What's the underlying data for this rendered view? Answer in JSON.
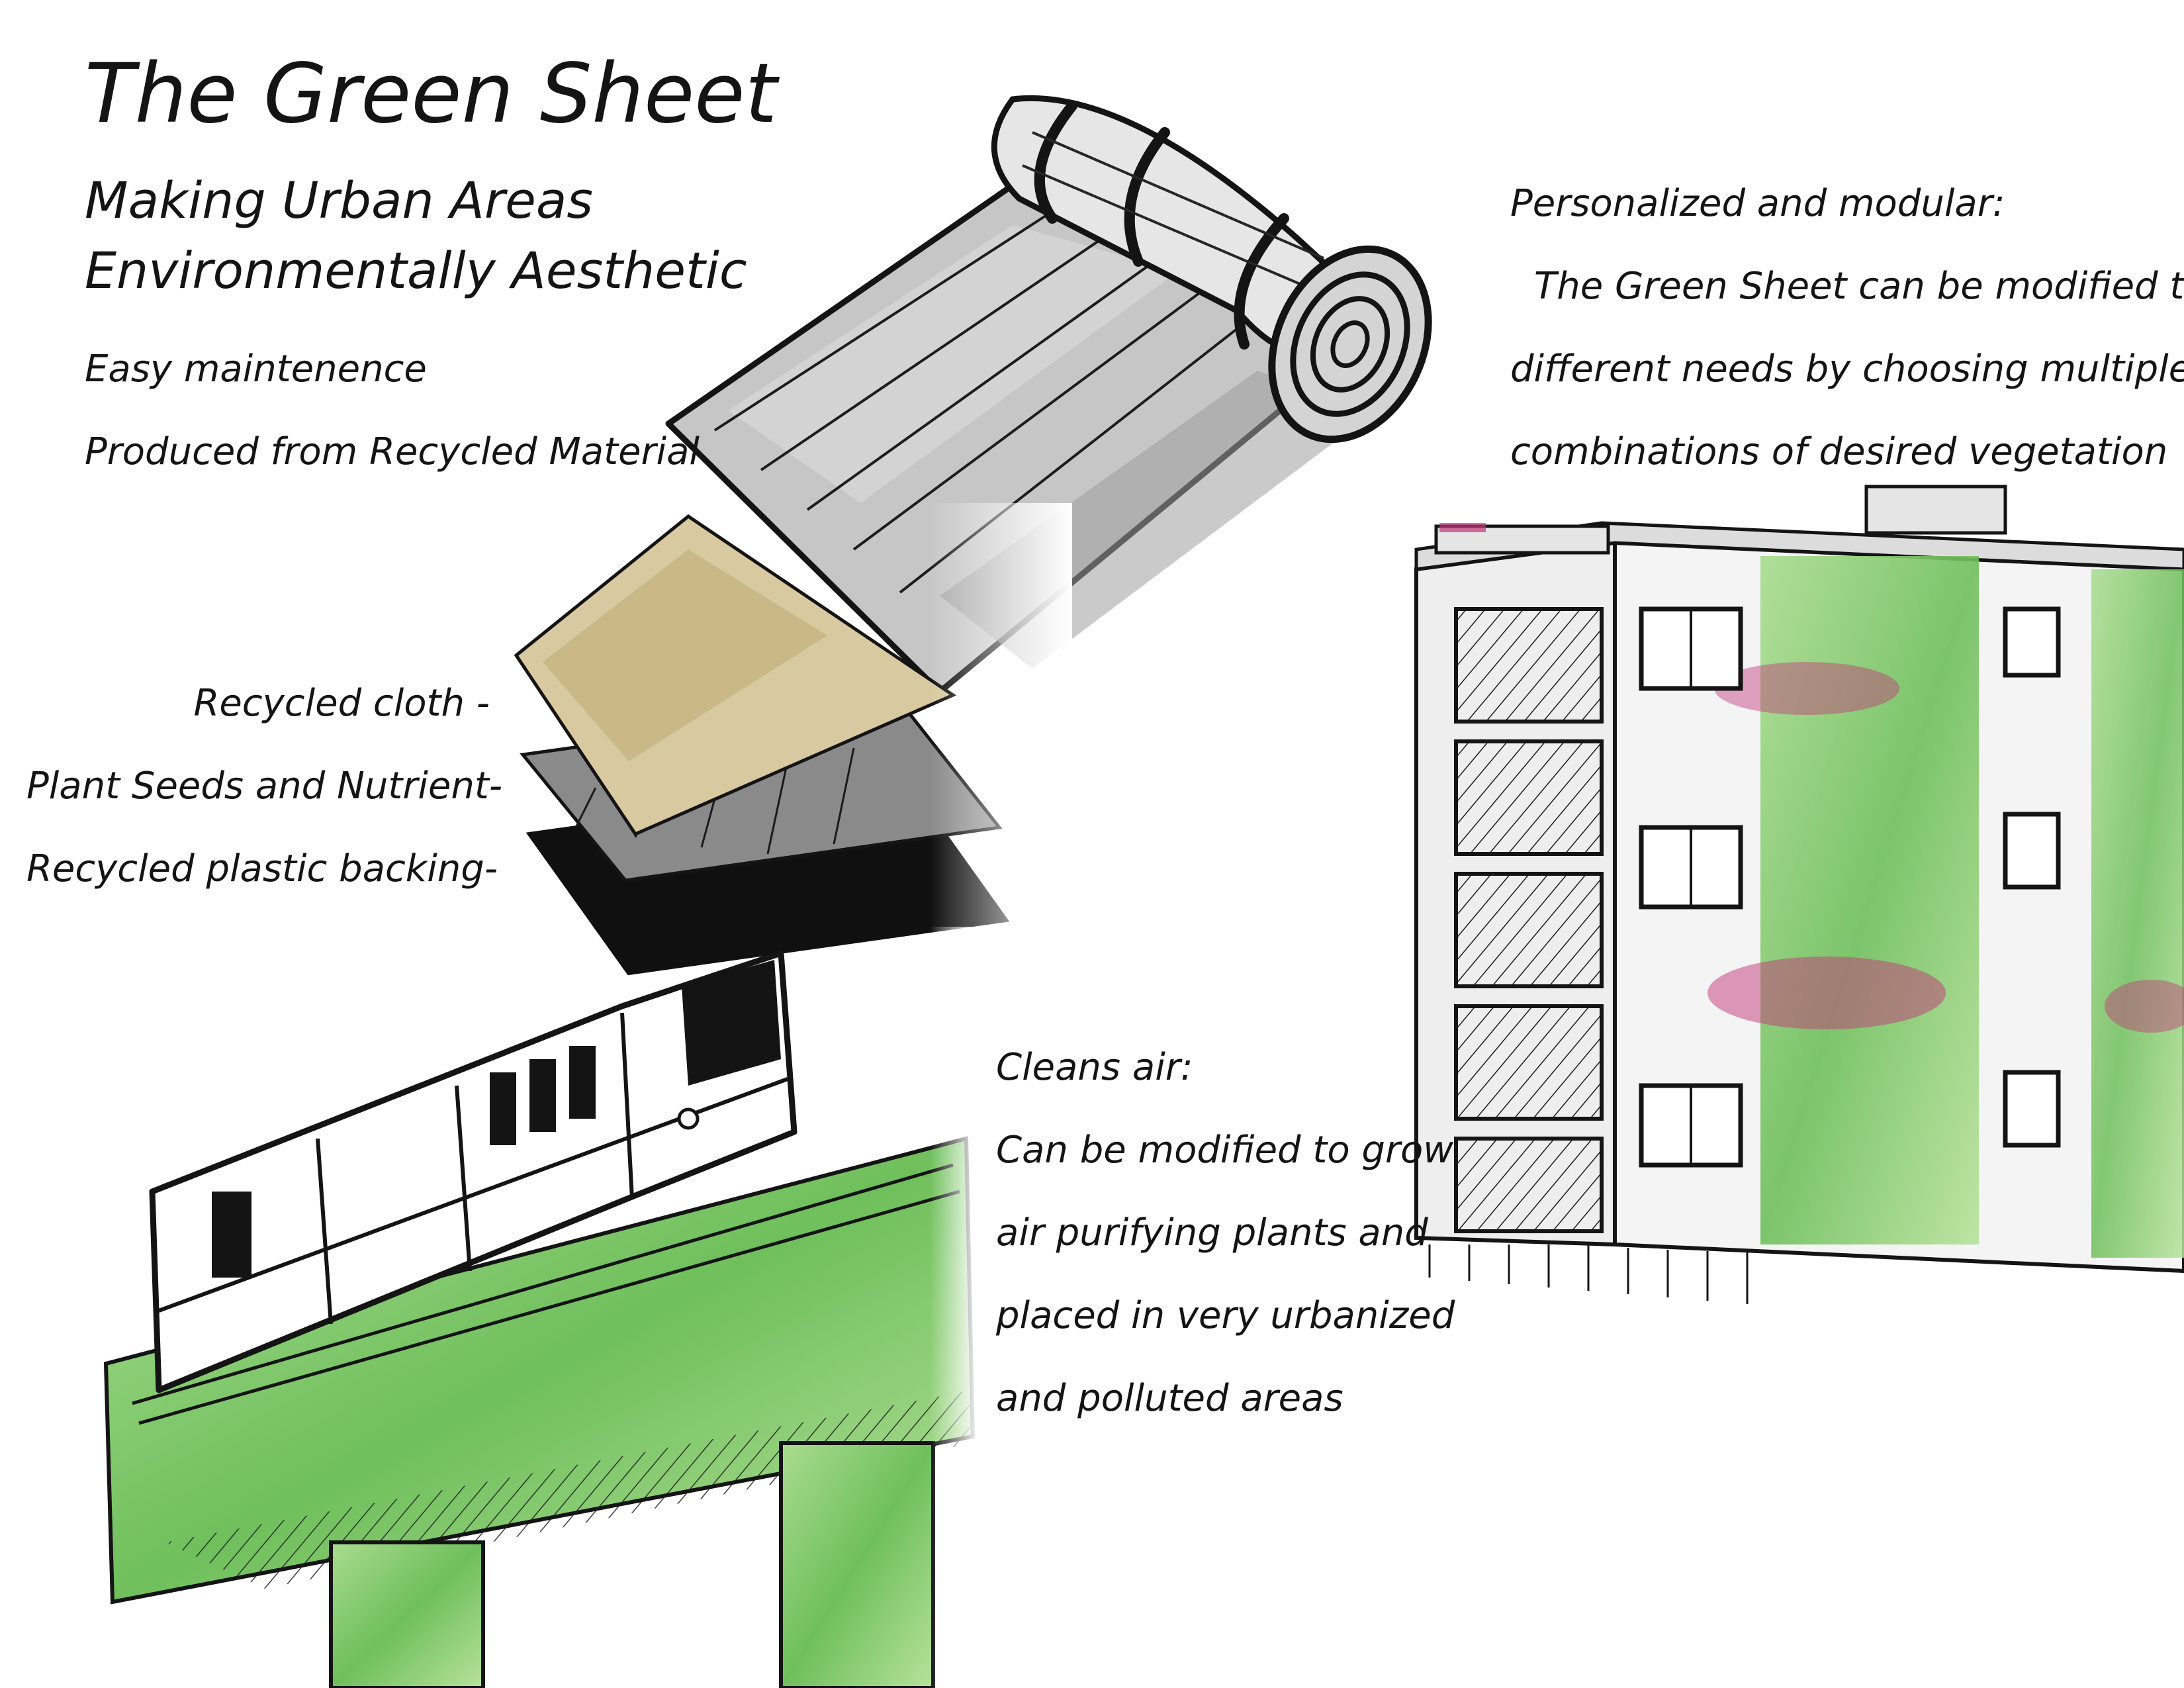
{
  "header": {
    "title": "The Green Sheet",
    "subtitle": "Making Urban Areas\nEnvironmentally Aesthetic"
  },
  "features": [
    "Easy maintenence",
    "Produced from Recycled Material"
  ],
  "layers": [
    "Recycled cloth -",
    "Plant Seeds and Nutrient-",
    "Recycled plastic backing-"
  ],
  "personalized": {
    "heading": "Personalized and modular:",
    "lines": [
      "The Green Sheet can be modified to fit",
      "different needs by choosing multiple",
      "combinations of desired vegetation"
    ]
  },
  "cleans_air": {
    "heading": "Cleans air:",
    "lines": [
      "Can be modified to grow",
      "air purifying plants and",
      "placed in very urbanized",
      "and polluted areas"
    ]
  },
  "colors": {
    "ink": "#141414",
    "sheet_gray": "#bdbdbd",
    "cloth_tan": "#d8c9a0",
    "plant_green": "#7cc66a",
    "bloom_magenta": "#c2387a"
  }
}
